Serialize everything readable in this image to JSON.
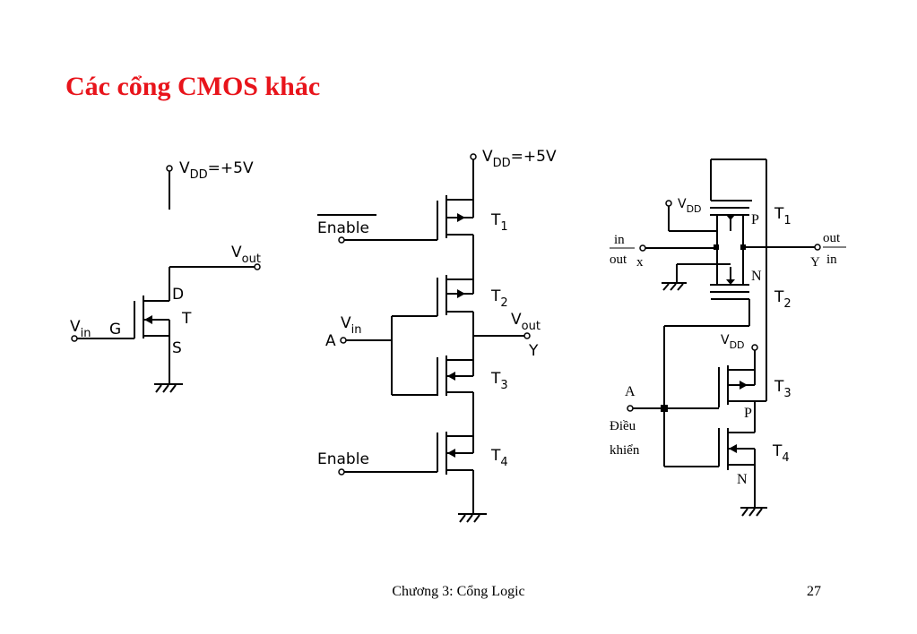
{
  "slide": {
    "title": "Các cổng CMOS khác",
    "footer": "Chương 3: Cổng Logic",
    "page_number": "27"
  },
  "diagram1": {
    "vdd": "+5V",
    "vdd_label": "V",
    "vdd_sub": "DD",
    "vout_label": "V",
    "vout_sub": "out",
    "vin_label": "V",
    "vin_sub": "in",
    "d": "D",
    "g": "G",
    "s": "S",
    "t": "T"
  },
  "diagram2": {
    "vdd": "+5V",
    "vdd_label": "V",
    "vdd_sub": "DD",
    "enable_bar": "Enable",
    "enable": "Enable",
    "a": "A",
    "vin_label": "V",
    "vin_sub": "in",
    "vout_label": "V",
    "vout_sub": "out",
    "y": "Y",
    "t1": "T",
    "t1_sub": "1",
    "t2": "T",
    "t2_sub": "2",
    "t3": "T",
    "t3_sub": "3",
    "t4": "T",
    "t4_sub": "4"
  },
  "diagram3": {
    "vdd1_label": "V",
    "vdd1_sub": "DD",
    "vdd2_label": "V",
    "vdd2_sub": "DD",
    "in_left": "in",
    "out_left": "out",
    "x": "x",
    "out_right": "out",
    "in_right": "in",
    "y": "Y",
    "p1": "P",
    "n1": "N",
    "p2": "P",
    "n2": "N",
    "a": "A",
    "dieu": "Điều",
    "khien": "khiển",
    "t1": "T",
    "t1_sub": "1",
    "t2": "T",
    "t2_sub": "2",
    "t3": "T",
    "t3_sub": "3",
    "t4": "T",
    "t4_sub": "4"
  }
}
